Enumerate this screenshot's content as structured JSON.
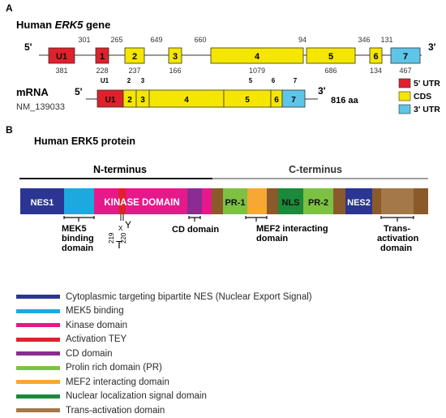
{
  "panel_a": {
    "label": "A",
    "gene_title_prefix": "Human ",
    "gene_title_italic": "ERK5",
    "gene_title_suffix": " gene",
    "prime5": "5'",
    "prime3": "3'",
    "exons": [
      {
        "label": "U1",
        "type": "5utr",
        "top_num": "",
        "bottom_num": "381"
      },
      {
        "label": "1",
        "type": "5utr",
        "top_num": "",
        "bottom_num": "228"
      },
      {
        "label": "2",
        "type": "cds",
        "top_num": "",
        "bottom_num": "237"
      },
      {
        "label": "3",
        "type": "cds",
        "top_num": "",
        "bottom_num": "166"
      },
      {
        "label": "4",
        "type": "cds",
        "top_num": "",
        "bottom_num": "1079"
      },
      {
        "label": "5",
        "type": "cds",
        "top_num": "",
        "bottom_num": "686"
      },
      {
        "label": "6",
        "type": "cds",
        "top_num": "",
        "bottom_num": "134"
      },
      {
        "label": "7",
        "type": "3utr",
        "top_num": "",
        "bottom_num": "467"
      }
    ],
    "intron_lengths": [
      "301",
      "265",
      "649",
      "660",
      "94",
      "346",
      "131"
    ],
    "mrna_title": "mRNA",
    "accession": "NM_139033",
    "mrna_prime5": "5'",
    "mrna_prime3": "3'",
    "mrna_exon_labels_top": [
      "U1",
      "2",
      "3",
      "5",
      "6",
      "7"
    ],
    "mrna_exons": [
      "U1",
      "2",
      "3",
      "4",
      "5",
      "6",
      "7"
    ],
    "mrna_size": "816 aa",
    "utr_legend": [
      {
        "label": "5' UTR",
        "color": "#e0202b"
      },
      {
        "label": "CDS",
        "color": "#f5e600"
      },
      {
        "label": "3' UTR",
        "color": "#5ec5e8"
      }
    ]
  },
  "panel_b": {
    "label": "B",
    "title": "Human ERK5 protein",
    "n_terminus": "N-terminus",
    "c_terminus": "C-terminus",
    "domains": [
      {
        "label": "NES1",
        "color": "#2b3593"
      },
      {
        "label": "",
        "color": "#1ba9e0"
      },
      {
        "label": "KINASE DOMAIN",
        "color": "#e6198a"
      },
      {
        "label": "",
        "color": "#e0202b"
      },
      {
        "label": "",
        "color": "#8a2c91"
      },
      {
        "label": "",
        "color": "#e6198a"
      },
      {
        "label": "",
        "color": "#8a5a2b"
      },
      {
        "label": "PR-1",
        "color": "#7dc142"
      },
      {
        "label": "",
        "color": "#f7a833"
      },
      {
        "label": "",
        "color": "#8a5a2b"
      },
      {
        "label": "NLS",
        "color": "#1b8a3a"
      },
      {
        "label": "PR-2",
        "color": "#7dc142"
      },
      {
        "label": "",
        "color": "#8a5a2b"
      },
      {
        "label": "NES2",
        "color": "#2b3593"
      },
      {
        "label": "",
        "color": "#8a5a2b"
      },
      {
        "label": "",
        "color": "#a5784a"
      },
      {
        "label": "",
        "color": "#8a5a2b"
      }
    ],
    "annotations": {
      "mek5": [
        "MEK5",
        "binding",
        "domain"
      ],
      "cd": "CD domain",
      "mef2": [
        "MEF2 interacting",
        "domain"
      ],
      "trans": [
        "Trans-",
        "activation",
        "domain"
      ],
      "site_219": "219",
      "site_220": "220",
      "x_mark": "X",
      "t_mark": "T",
      "y_mark": "Y"
    }
  },
  "legend": [
    {
      "label": "Cytoplasmic targeting bipartite NES (Nuclear Export Signal)",
      "color": "#2b3593"
    },
    {
      "label": "MEK5 binding",
      "color": "#1ba9e0"
    },
    {
      "label": "Kinase domain",
      "color": "#e6198a"
    },
    {
      "label": "Activation TEY",
      "color": "#e0202b"
    },
    {
      "label": "CD domain",
      "color": "#8a2c91"
    },
    {
      "label": "Prolin rich domain (PR)",
      "color": "#7dc142"
    },
    {
      "label": "MEF2 interacting domain",
      "color": "#f7a833"
    },
    {
      "label": "Nuclear localization signal domain",
      "color": "#1b8a3a"
    },
    {
      "label": "Trans-activation domain",
      "color": "#a5784a"
    }
  ]
}
